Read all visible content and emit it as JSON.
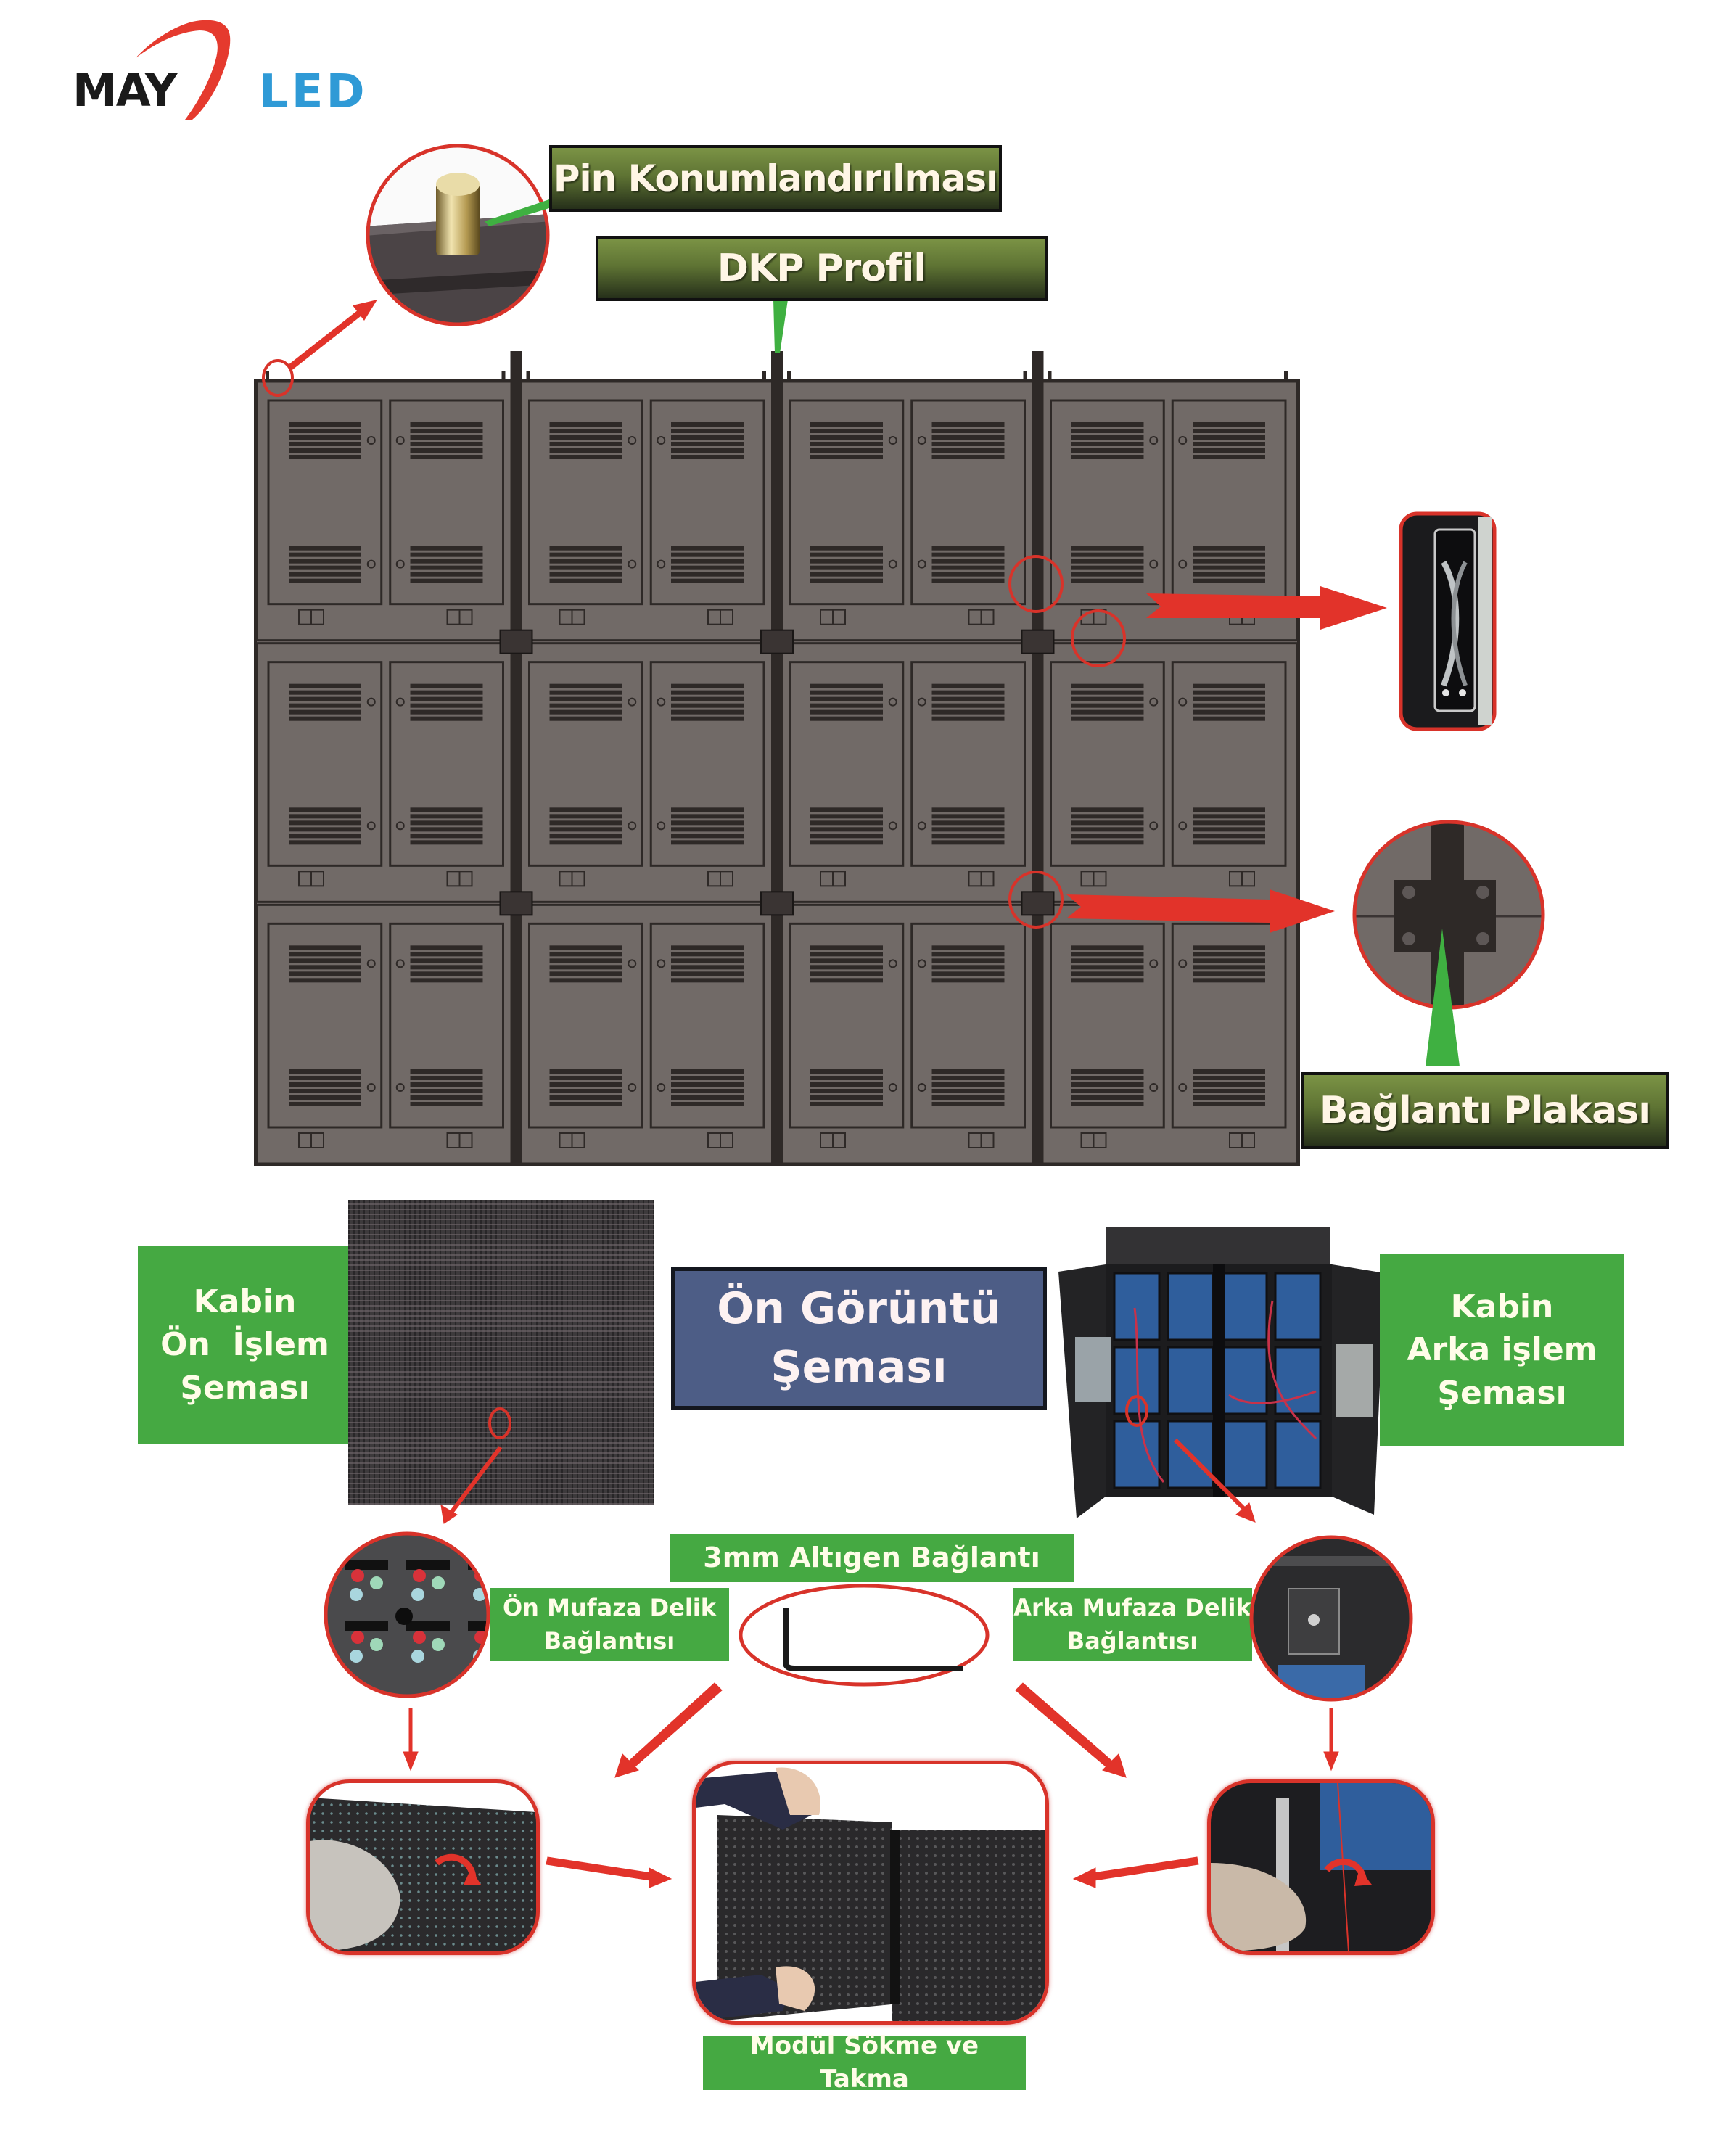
{
  "logo": {
    "part1": "MAY",
    "part2": "LED",
    "colors": {
      "dark": "#1a1a1a",
      "red": "#e53a2e",
      "blue": "#2f9ad6"
    }
  },
  "top_section": {
    "labels": {
      "pin": "Pin Konumlandırılması",
      "dkp": "DKP Profil",
      "plate": "Bağlantı Plakası"
    },
    "cabinet_grid": {
      "rows": 3,
      "columns": 4
    },
    "callouts": [
      "pin-locator-closeup",
      "lock-latch-closeup",
      "connection-plate-closeup"
    ]
  },
  "middle_section": {
    "front_label": [
      "Kabin",
      "Ön  İşlem",
      "Şeması"
    ],
    "title": [
      "Ön Görüntü",
      "Şeması"
    ],
    "rear_label": [
      "Kabin",
      "Arka işlem",
      "Şeması"
    ]
  },
  "bottom_section": {
    "hex_label": "3mm Altıgen Bağlantı",
    "front_hole_label": [
      "Ön Mufaza Delik",
      "Bağlantısı"
    ],
    "rear_hole_label": [
      "Arka Mufaza Delik",
      "Bağlantısı"
    ],
    "module_label": "Modül Sökme ve Takma"
  },
  "colors": {
    "label_green": "#45a942",
    "label_dark_green": "#5f7434",
    "title_blue": "#4d5d86",
    "arrow_red": "#e2332a",
    "callout_green": "#3fb041",
    "cabinet_gray": "#716a67",
    "cabinet_line": "#2e2927"
  }
}
